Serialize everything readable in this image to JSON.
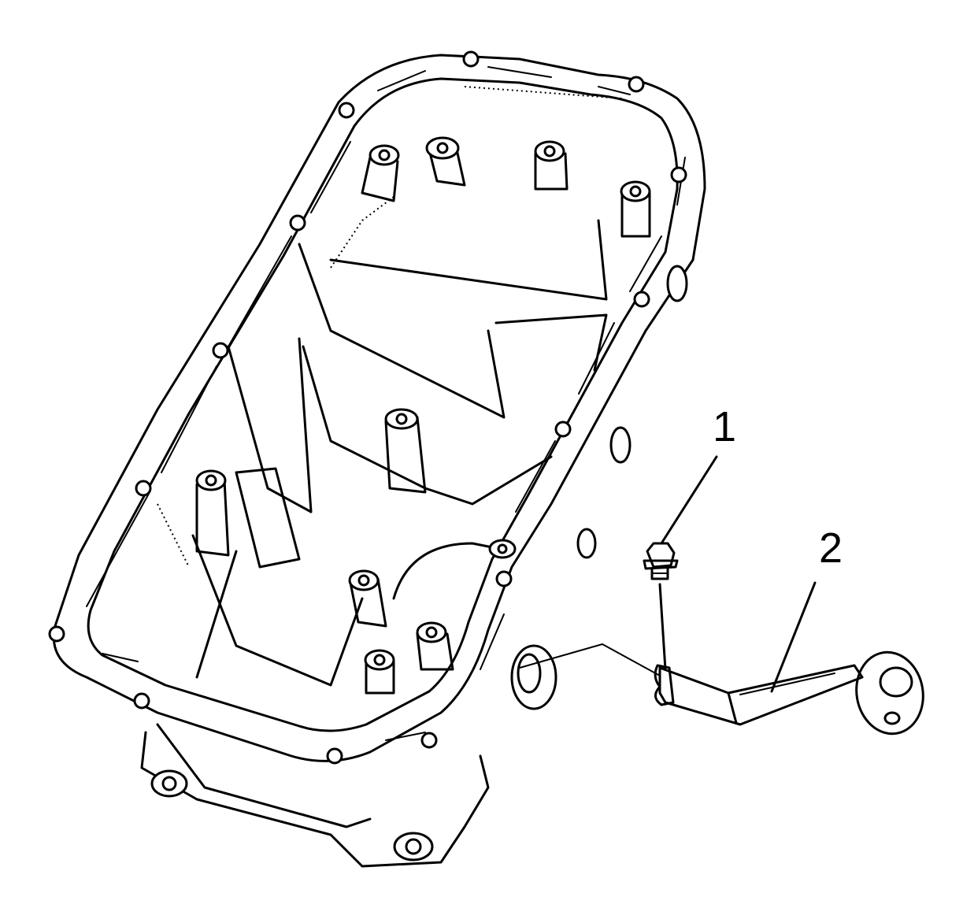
{
  "callouts": [
    {
      "id": 1,
      "label": "1"
    },
    {
      "id": 2,
      "label": "2"
    }
  ]
}
